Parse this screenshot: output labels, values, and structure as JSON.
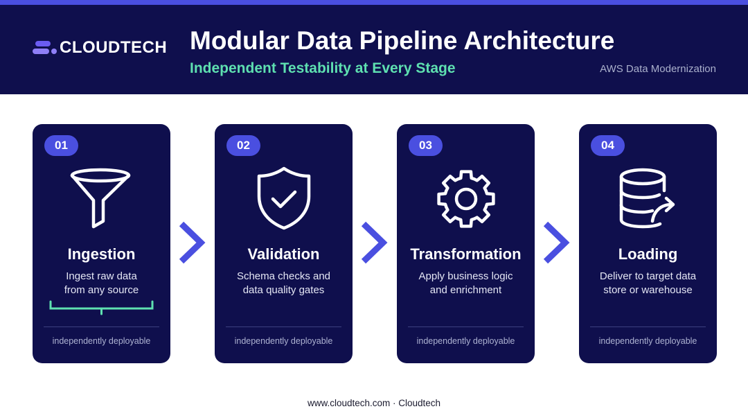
{
  "header": {
    "logo_text": "CLOUDTECH",
    "title": "Modular Data Pipeline Architecture",
    "subtitle": "Independent Testability at Every Stage",
    "tagline": "AWS Data Modernization"
  },
  "stages": [
    {
      "number": "01",
      "title": "Ingestion",
      "desc_line1": "Ingest raw data",
      "desc_line2": "from any source",
      "footer": "independently deployable",
      "icon": "funnel-icon"
    },
    {
      "number": "02",
      "title": "Validation",
      "desc_line1": "Schema checks and",
      "desc_line2": "data quality gates",
      "footer": "independently deployable",
      "icon": "shield-check-icon"
    },
    {
      "number": "03",
      "title": "Transformation",
      "desc_line1": "Apply business logic",
      "desc_line2": "and enrichment",
      "footer": "independently deployable",
      "icon": "gear-icon"
    },
    {
      "number": "04",
      "title": "Loading",
      "desc_line1": "Deliver to target data",
      "desc_line2": "store or warehouse",
      "footer": "independently deployable",
      "icon": "database-export-icon"
    }
  ],
  "connectors": [
    "chevron-right-icon",
    "chevron-right-icon",
    "chevron-right-icon"
  ],
  "footer": {
    "text": "www.cloudtech.com · Cloudtech"
  },
  "colors": {
    "navy": "#0f0f4d",
    "accent": "#4a4fe0",
    "subtitle_green": "#5ee0b0",
    "bracket_green": "#5ee0b0",
    "logo_purple": "#8f7ff7"
  }
}
